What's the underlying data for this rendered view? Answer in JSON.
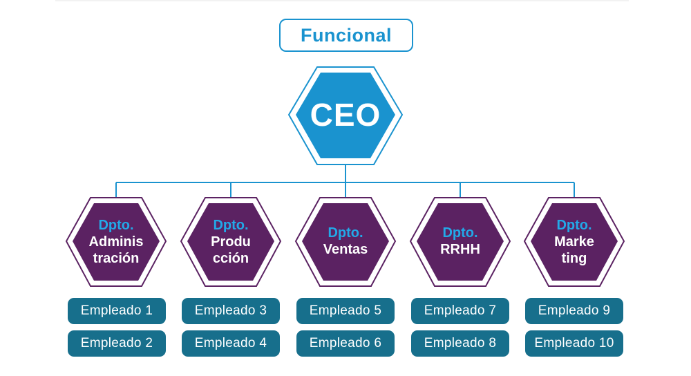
{
  "title": "Funcional",
  "root": {
    "label": "CEO"
  },
  "departments": [
    {
      "prefix": "Dpto.",
      "name_lines": [
        "Adminis",
        "tración"
      ],
      "employees": [
        "Empleado 1",
        "Empleado 2"
      ]
    },
    {
      "prefix": "Dpto.",
      "name_lines": [
        "Produ",
        "cción"
      ],
      "employees": [
        "Empleado 3",
        "Empleado 4"
      ]
    },
    {
      "prefix": "Dpto.",
      "name_lines": [
        "Ventas"
      ],
      "employees": [
        "Empleado 5",
        "Empleado 6"
      ]
    },
    {
      "prefix": "Dpto.",
      "name_lines": [
        "RRHH"
      ],
      "employees": [
        "Empleado 7",
        "Empleado 8"
      ]
    },
    {
      "prefix": "Dpto.",
      "name_lines": [
        "Marke",
        "ting"
      ],
      "employees": [
        "Empleado 9",
        "Empleado 10"
      ]
    }
  ],
  "colors": {
    "accent_blue": "#1a93cf",
    "ceo_fill": "#1a93cf",
    "dept_fill": "#5b2262",
    "dept_prefix": "#22a9e8",
    "employee_fill": "#176f8c",
    "connector": "#1a93cf"
  }
}
